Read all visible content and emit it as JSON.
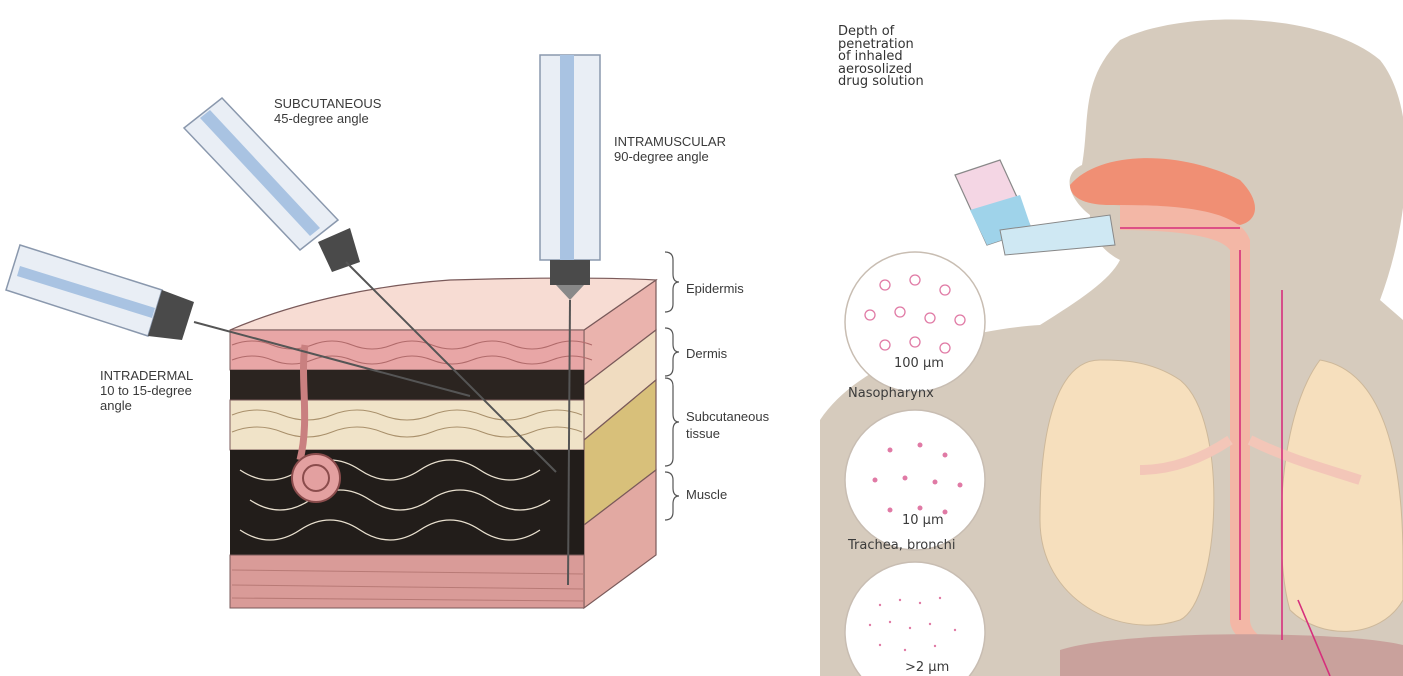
{
  "left": {
    "routes": [
      {
        "name": "SUBCUTANEOUS",
        "angle": "45-degree angle"
      },
      {
        "name": "INTRAMUSCULAR",
        "angle": "90-degree angle"
      },
      {
        "name": "INTRADERMAL",
        "angle": "10 to 15-degree angle",
        "angle_line1": "10 to 15-degree",
        "angle_line2": "angle"
      }
    ],
    "layers": [
      "Epidermis",
      "Dermis",
      "Subcutaneous tissue",
      "Muscle"
    ],
    "layer_lines": {
      "subq_line1": "Subcutaneous",
      "subq_line2": "tissue"
    }
  },
  "right": {
    "title_lines": [
      "Depth of",
      "penetration",
      "of inhaled",
      "aerosolized",
      "drug solution"
    ],
    "particles": [
      {
        "size": "100 µm",
        "region": "Nasopharynx"
      },
      {
        "size": "10 µm",
        "region": "Trachea, bronchi"
      },
      {
        "size": ">2 µm"
      }
    ]
  },
  "colors": {
    "epidermis": "#f7dcd3",
    "dermis": "#e8a6a6",
    "subcutaneous": "#f0e3c8",
    "muscle": "#d99b98",
    "skin_silhouette": "#d6cbbd",
    "airway": "#f3b7a6",
    "lung": "#f6dfbd",
    "arrow": "#d62f7c"
  }
}
